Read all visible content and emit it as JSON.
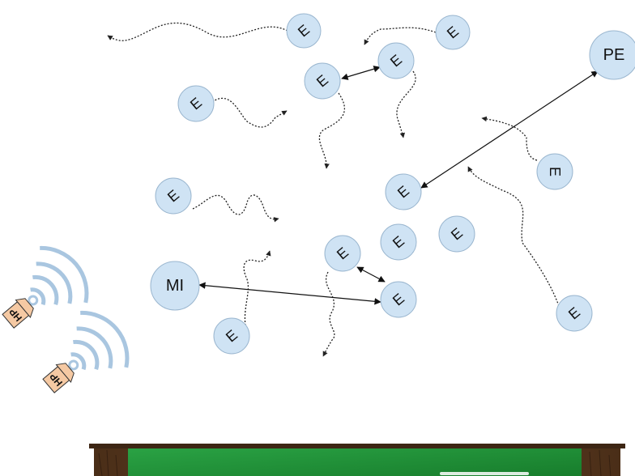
{
  "colors": {
    "node_fill": "#cfe3f4",
    "node_stroke": "#9ab6cf",
    "signal": "#a9c6e0",
    "walk": "#222222",
    "arrow": "#111111",
    "pointer_head": "#f5c9a3",
    "board_green": "#1f8f35",
    "board_frame": "#5a3a22"
  },
  "labels": {
    "e": "E",
    "pe": "PE",
    "mi": "MI",
    "hp": "HP"
  }
}
